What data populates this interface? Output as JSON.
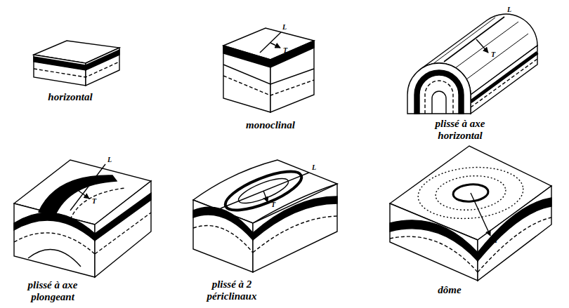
{
  "diagram": {
    "labels": [
      "horizontal",
      "L",
      "T",
      "monoclinal",
      "L",
      "T",
      "plissé à axe horizontal",
      "L",
      "T",
      "plissé à axe plongeant",
      "L",
      "T",
      "plissé à 2 périclinaux",
      "T",
      "dôme"
    ]
  }
}
